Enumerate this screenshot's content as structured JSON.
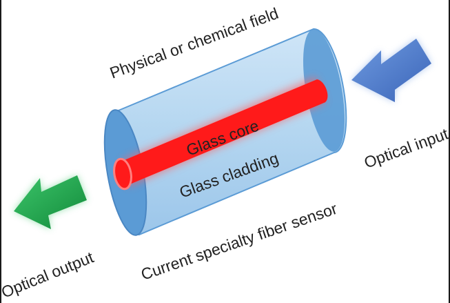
{
  "labels": {
    "field": "Physical or chemical field",
    "core": "Glass core",
    "cladding": "Glass cladding",
    "sensor": "Current specialty fiber sensor",
    "input": "Optical input",
    "output": "Optical output"
  },
  "colors": {
    "cladding_fill": "#b4d6f0",
    "cladding_end": "#5b9bd5",
    "core": "#ff1a1a",
    "input_arrow": "#4f7fd0",
    "output_arrow": "#1fa64a",
    "text": "#222222",
    "frame": "#1a1a1a"
  },
  "icons": {
    "input_arrow": "arrow-left-icon",
    "output_arrow": "arrow-left-icon"
  }
}
